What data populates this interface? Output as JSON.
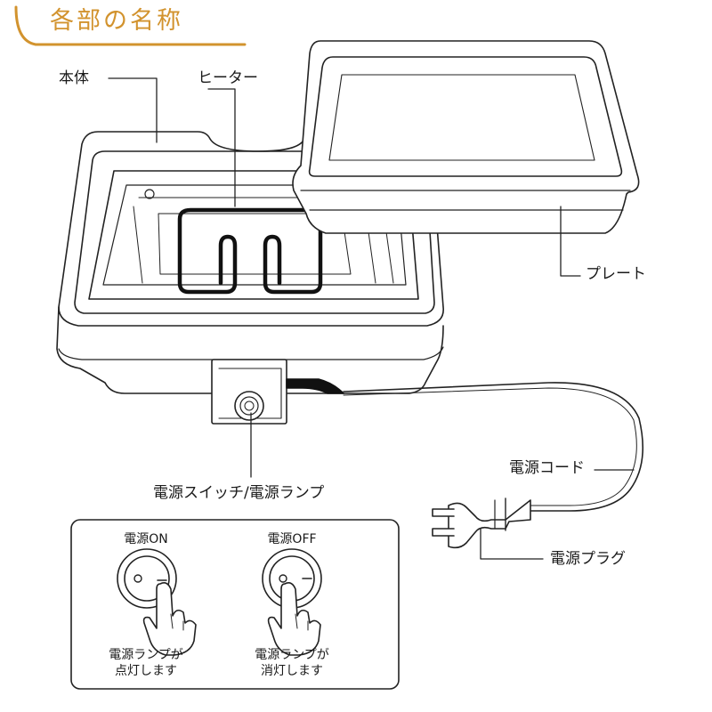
{
  "header": {
    "title": "各部の名称",
    "accent_color": "#d2932e"
  },
  "parts": {
    "body": "本体",
    "heater": "ヒーター",
    "plate": "プレート",
    "power_cord": "電源コード",
    "switch_lamp": "電源スイッチ/電源ランプ",
    "plug": "電源プラグ"
  },
  "switch_states": [
    {
      "state": "電源ON",
      "caption_line1": "電源ランプが",
      "caption_line2": "点灯します"
    },
    {
      "state": "電源OFF",
      "caption_line1": "電源ランプが",
      "caption_line2": "消灯します"
    }
  ],
  "icons": [
    "hand-press-icon",
    "rocker-switch-icon",
    "plug-icon"
  ]
}
